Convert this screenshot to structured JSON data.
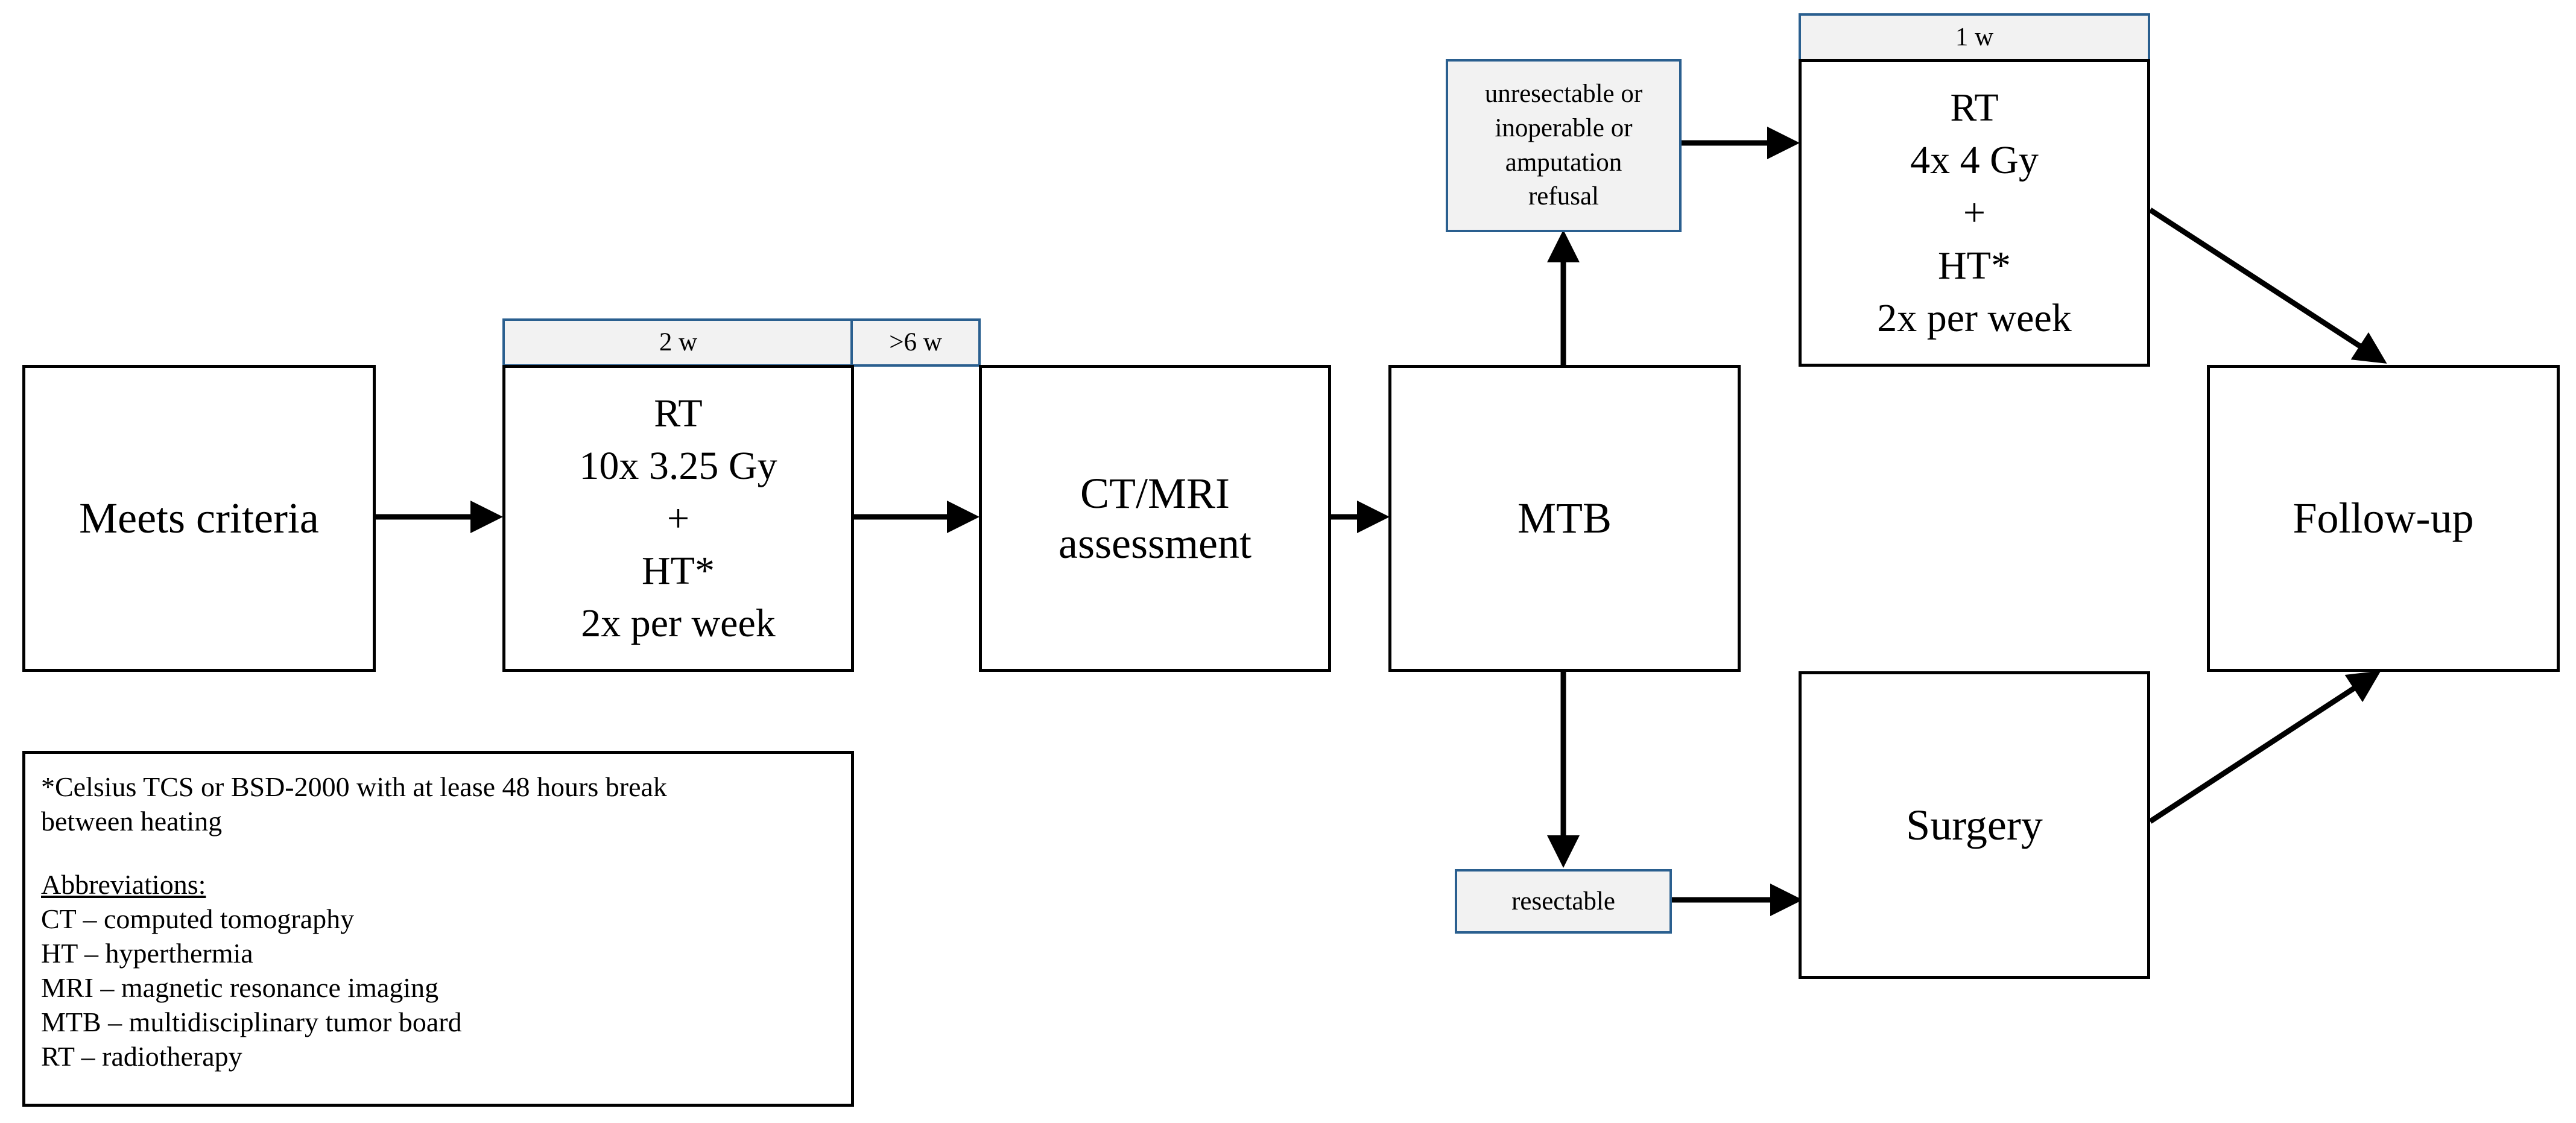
{
  "nodes": {
    "meets_criteria": "Meets criteria",
    "rt_initial": [
      "RT",
      "10x 3.25 Gy",
      "+",
      "HT*",
      "2x per week"
    ],
    "ct_mri": [
      "CT/MRI",
      "assessment"
    ],
    "mtb": "MTB",
    "rt_boost": [
      "RT",
      "4x 4 Gy",
      "+",
      "HT*",
      "2x per week"
    ],
    "surgery": "Surgery",
    "follow_up": "Follow-up"
  },
  "duration_labels": {
    "two_weeks": "2 w",
    "over_six_weeks": ">6 w",
    "one_week": "1 w"
  },
  "decision_labels": {
    "unresectable": [
      "unresectable or",
      "inoperable or",
      "amputation",
      "refusal"
    ],
    "resectable": "resectable"
  },
  "legend": {
    "footnote": [
      "*Celsius TCS or BSD-2000 with at lease 48 hours break",
      "between heating"
    ],
    "abbreviations_title": "Abbreviations:",
    "abbreviations": [
      "CT – computed tomography",
      "HT – hyperthermia",
      "MRI – magnetic resonance imaging",
      "MTB – multidisciplinary tumor board",
      "RT – radiotherapy"
    ]
  }
}
